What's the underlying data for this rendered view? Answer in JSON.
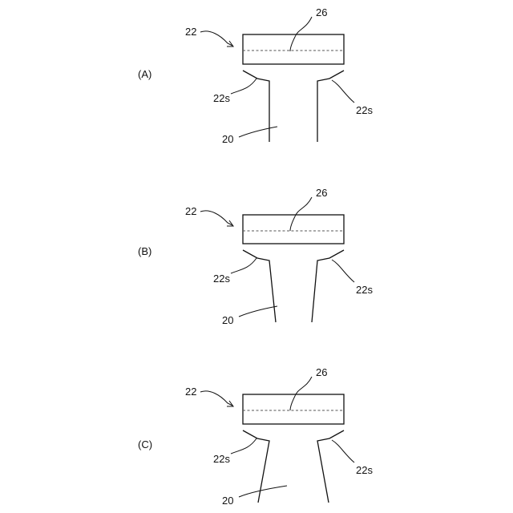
{
  "figures": [
    {
      "panel_label": "(A)",
      "labels": {
        "top": "22",
        "dashed_line": "26",
        "shoulder_left": "22s",
        "shoulder_right": "22s",
        "stem": "20"
      }
    },
    {
      "panel_label": "(B)",
      "labels": {
        "top": "22",
        "dashed_line": "26",
        "shoulder_left": "22s",
        "shoulder_right": "22s",
        "stem": "20"
      }
    },
    {
      "panel_label": "(C)",
      "labels": {
        "top": "22",
        "dashed_line": "26",
        "shoulder_left": "22s",
        "shoulder_right": "22s",
        "stem": "20"
      }
    }
  ]
}
